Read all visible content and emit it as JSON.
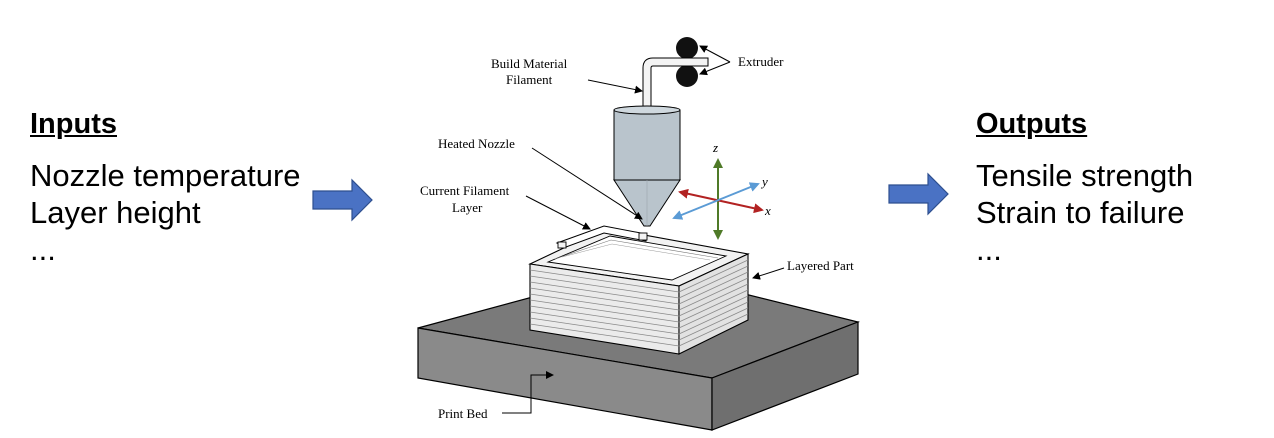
{
  "inputs": {
    "title": "Inputs",
    "items": [
      "Nozzle temperature",
      "Layer height",
      "..."
    ]
  },
  "outputs": {
    "title": "Outputs",
    "items": [
      "Tensile strength",
      "Strain to failure",
      "..."
    ]
  },
  "diagram": {
    "label_filament_1": "Build Material",
    "label_filament_2": "Filament",
    "label_extruder": "Extruder",
    "label_nozzle": "Heated Nozzle",
    "label_layer_1": "Current Filament",
    "label_layer_2": "Layer",
    "label_part": "Layered Part",
    "label_bed": "Print Bed",
    "axis_z": "z",
    "axis_y": "y",
    "axis_x": "x"
  },
  "colors": {
    "arrow_fill": "#4a72c4",
    "arrow_stroke": "#2e4f8f",
    "bed_top": "#7a7a7a",
    "bed_front": "#8a8a8a",
    "nozzle": "#b9c4cc",
    "part": "#ebebeb",
    "axis_x": "#b22222",
    "axis_y": "#5b9bd5",
    "axis_z": "#4f7a28"
  }
}
